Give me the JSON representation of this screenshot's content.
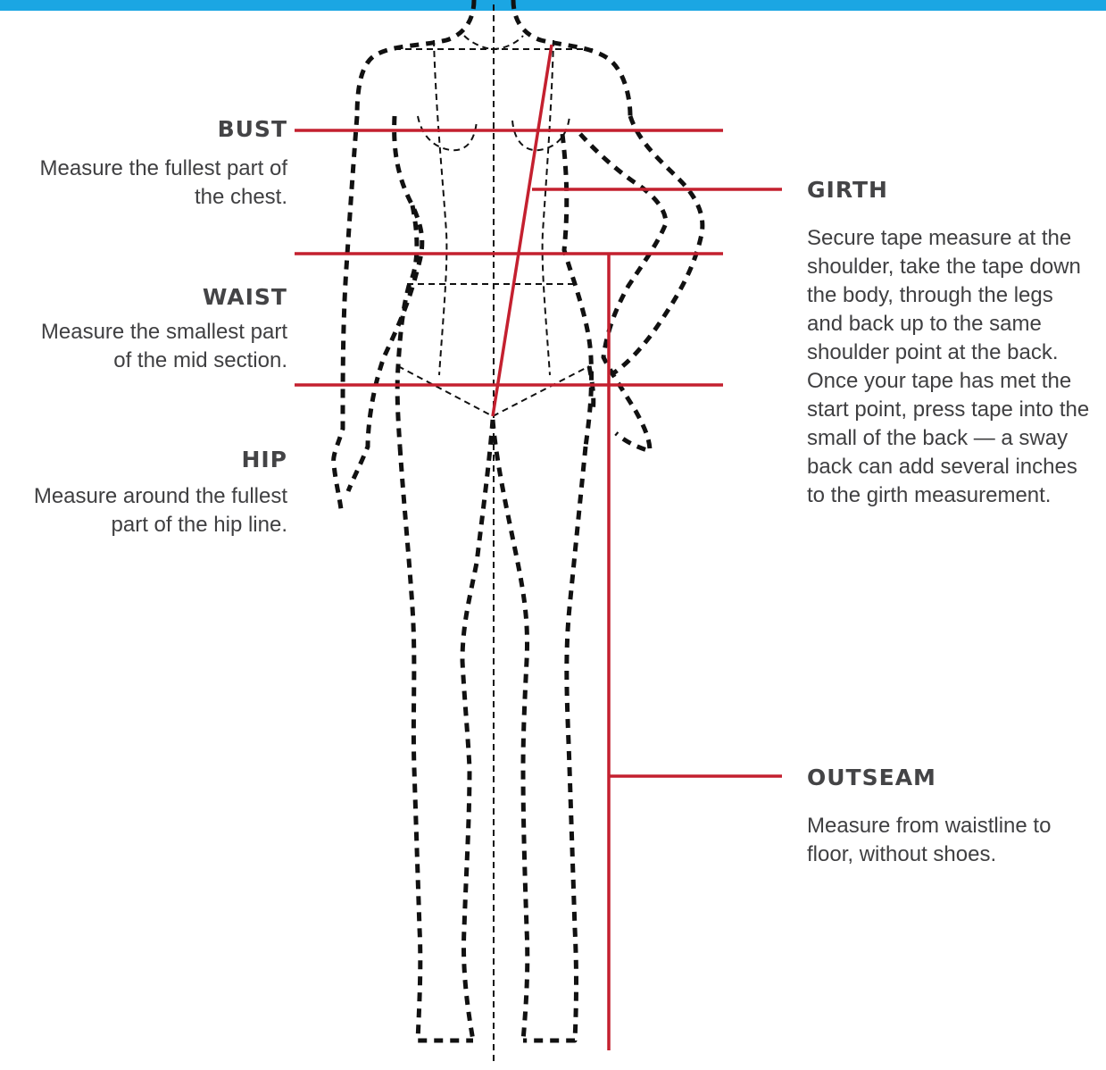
{
  "colors": {
    "top_bar": "#1ba6e3",
    "measure_line": "#c4202f",
    "figure_outline": "#111111",
    "heading_text": "#444446",
    "body_text": "#3f3f41"
  },
  "measurements": {
    "bust": {
      "title": "BUST",
      "description": "Measure the fullest part of the chest."
    },
    "waist": {
      "title": "WAIST",
      "description": "Measure the smallest part of the mid section."
    },
    "hip": {
      "title": "HIP",
      "description": "Measure around the fullest part of the hip line."
    },
    "girth": {
      "title": "GIRTH",
      "description": "Secure tape measure at the shoulder, take the tape down the body, through the legs and back up to the same shoulder point at the back. Once your tape has met the start point, press tape into the small of the back — a sway back can add several inches to the girth measurement."
    },
    "outseam": {
      "title": "OUTSEAM",
      "description": "Measure from waistline to floor, without shoes."
    }
  }
}
